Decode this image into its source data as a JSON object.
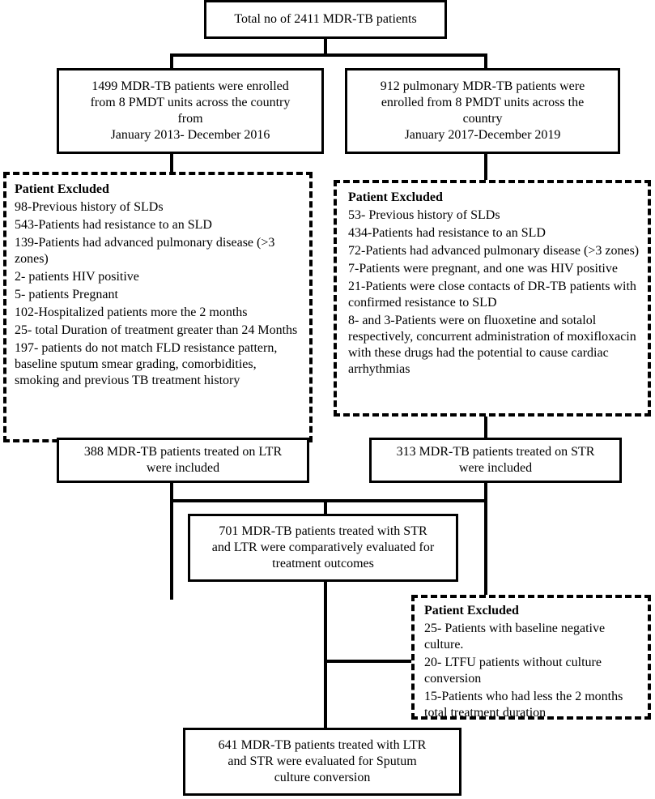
{
  "nodes": {
    "total": "Total no of 2411 MDR-TB patients",
    "left_enrolled": [
      "1499 MDR-TB patients were enrolled",
      "from 8 PMDT units across the country",
      "from",
      "January 2013- December 2016"
    ],
    "right_enrolled": [
      "912 pulmonary MDR-TB patients were",
      "enrolled from 8 PMDT units across the",
      "country",
      "January 2017-December 2019"
    ],
    "left_included": [
      "388 MDR-TB patients treated on LTR",
      "were included"
    ],
    "right_included": [
      "313 MDR-TB patients treated on STR",
      "were included"
    ],
    "combined": [
      "701 MDR-TB patients treated with STR",
      "and LTR were comparatively evaluated for",
      "treatment outcomes"
    ],
    "final": [
      "641 MDR-TB patients treated with LTR",
      "and STR were evaluated for Sputum",
      "culture conversion"
    ]
  },
  "exclusions": {
    "left": {
      "heading": "Patient Excluded",
      "items": [
        "98-Previous history of SLDs",
        "543-Patients had resistance to an SLD",
        "139-Patients had advanced pulmonary disease (>3 zones)",
        "2- patients HIV positive",
        "5- patients Pregnant",
        "102-Hospitalized patients more the 2 months",
        "25- total Duration of treatment greater than 24 Months",
        "197- patients do not match FLD resistance pattern, baseline sputum smear grading, comorbidities, smoking and previous TB treatment history"
      ]
    },
    "right": {
      "heading": "Patient Excluded",
      "items": [
        "53- Previous history of SLDs",
        "434-Patients had resistance to an SLD",
        "72-Patients had advanced pulmonary disease (>3 zones)",
        "7-Patients were pregnant, and one was HIV positive",
        "21-Patients were close contacts of DR-TB patients with confirmed resistance to SLD",
        "8- and 3-Patients were on fluoxetine and sotalol respectively, concurrent administration of moxifloxacin with these drugs had the potential to cause cardiac arrhythmias"
      ]
    },
    "bottom": {
      "heading": "Patient Excluded",
      "items": [
        "25- Patients with baseline negative culture.",
        "20- LTFU patients without culture conversion",
        "15-Patients who had less the 2 months total treatment duration"
      ]
    }
  }
}
